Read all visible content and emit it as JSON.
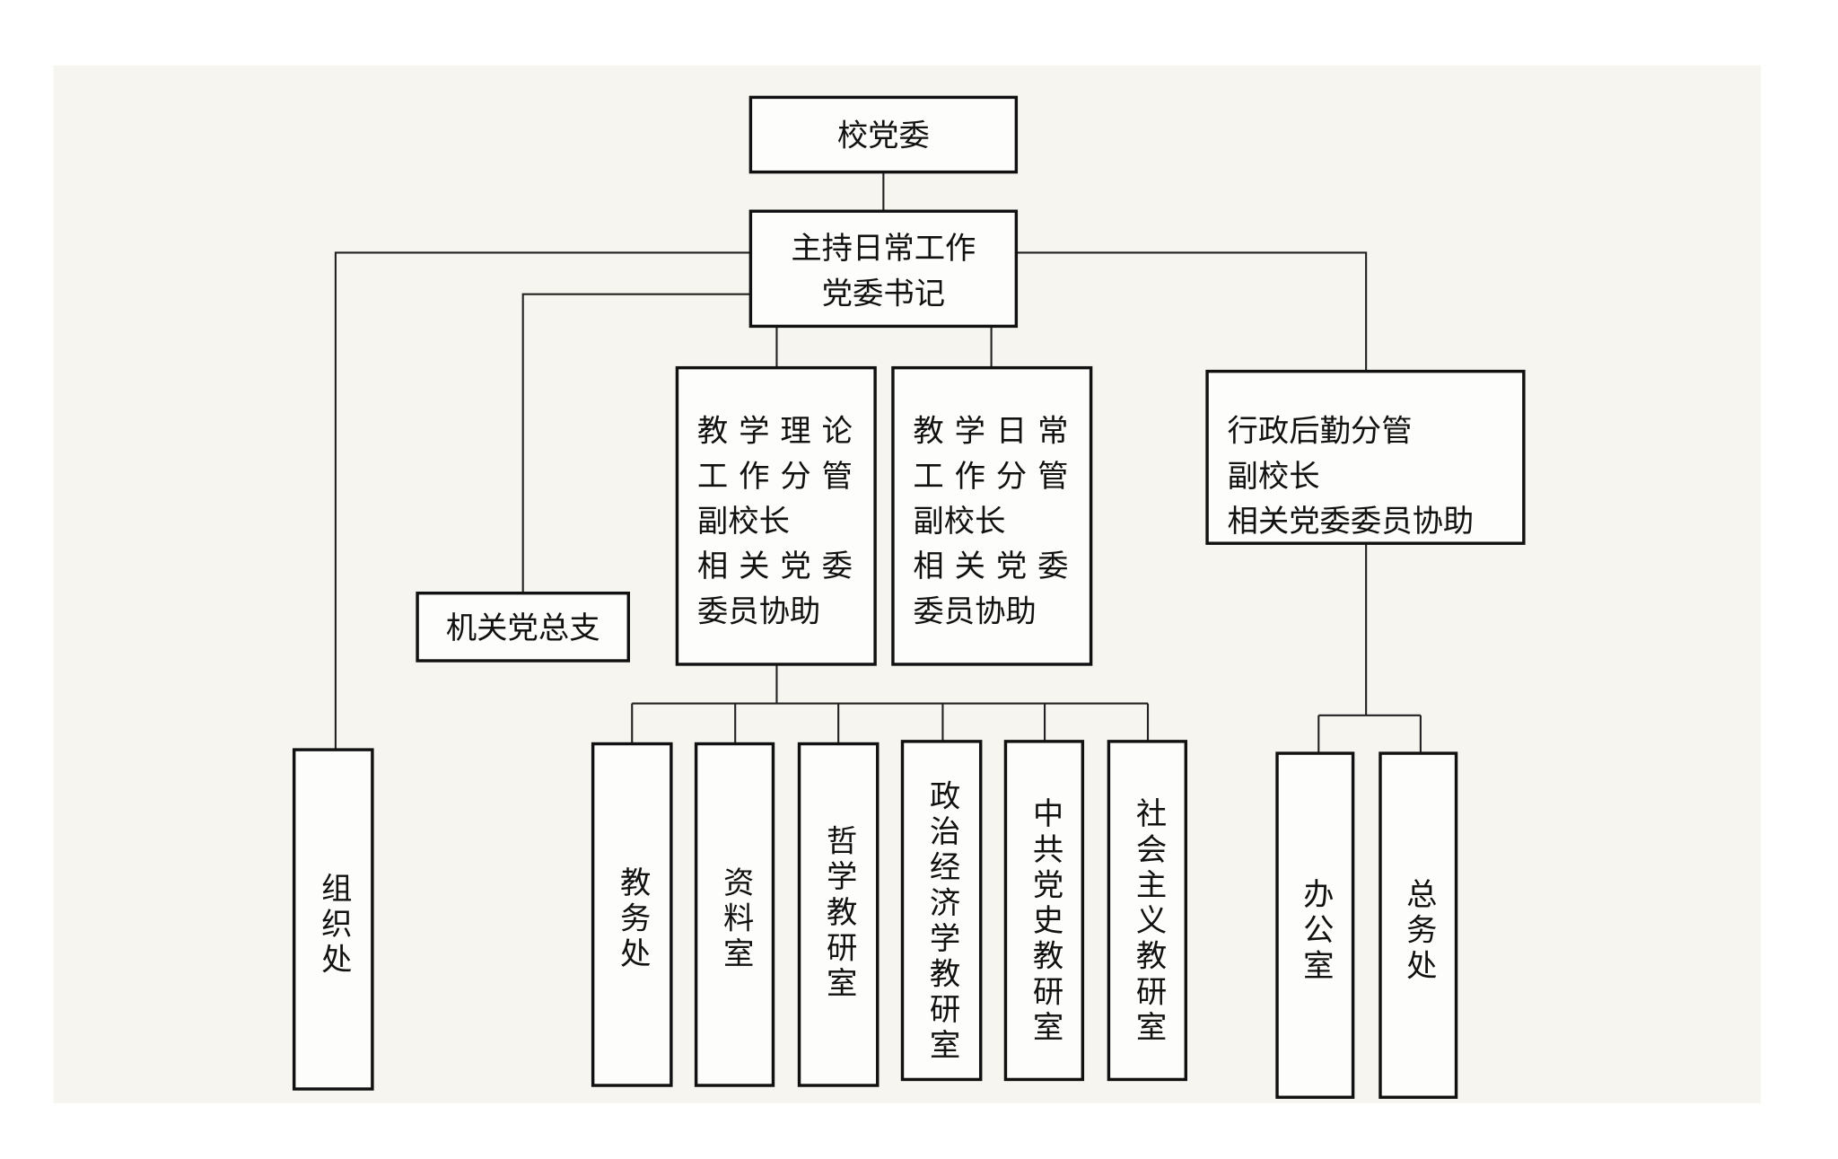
{
  "org_chart": {
    "root": {
      "label": "校党委"
    },
    "secretary": {
      "lines": [
        "主持日常工作",
        "党委书记"
      ]
    },
    "vp_theory": {
      "lines": [
        "教学理论",
        "工作分管",
        "副校长",
        "相关党委",
        "委员协助"
      ]
    },
    "vp_daily": {
      "lines": [
        "教学日常",
        "工作分管",
        "副校长",
        "相关党委",
        "委员协助"
      ]
    },
    "vp_admin": {
      "lines": [
        "行政后勤分管",
        "副校长",
        "相关党委委员协助"
      ]
    },
    "organ_branch": {
      "label": "机关党总支"
    },
    "organization_dept": {
      "label": "组织处"
    },
    "teaching_units": [
      "教务处",
      "资料室",
      "哲学教研室",
      "政治经济学教研室",
      "中共党史教研室",
      "社会主义教研室"
    ],
    "admin_units": [
      "办公室",
      "总务处"
    ]
  }
}
